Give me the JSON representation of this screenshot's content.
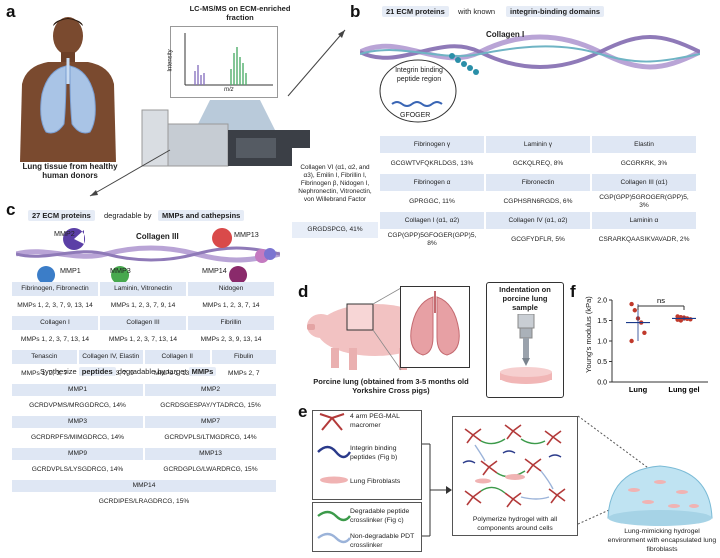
{
  "panel_a": {
    "label": "a",
    "lcms_title": "LC-MS/MS on ECM-enriched fraction",
    "ylabel": "Intensity",
    "xlabel": "m/z",
    "tissue_caption": "Lung tissue from healthy human donors"
  },
  "panel_b": {
    "label": "b",
    "header_count": "21 ECM proteins",
    "header_mid": "with known",
    "header_domain": "integrin-binding domains",
    "collagen_label": "Collagen I",
    "integrin_region": "Integrin binding peptide region",
    "gfoger": "GFOGER",
    "left_block": "Collagen VI (α1, α2, and α3), Emilin I, Fibrillin I, Fibrinogen β, Nidogen I, Nephronectin, Vitronectin, von Willebrand Factor",
    "left_seq": "GRGDSPCG, 41%",
    "table": [
      [
        "Fibrinogen γ",
        "Laminin γ",
        "Elastin"
      ],
      [
        "GCGWTVFQKRLDGS, 13%",
        "GCKQLREQ, 8%",
        "GCGRKRK, 3%"
      ],
      [
        "Fibrinogen α",
        "Fibronectin",
        "Collagen III (α1)"
      ],
      [
        "GPRGGC, 11%",
        "CGPHSRN6RGDS, 6%",
        "CGP(GPP)5GROGER(GPP)5, 3%"
      ],
      [
        "Collagen I (α1, α2)",
        "Collagen IV (α1, α2)",
        "Laminin α"
      ],
      [
        "CGP(GPP)5GFOGER(GPP)5, 8%",
        "GCGFYDFLR, 5%",
        "CSRARKQAASIKVAVADR, 2%"
      ]
    ]
  },
  "panel_c": {
    "label": "c",
    "header_count": "27 ECM proteins",
    "header_mid": "degradable by",
    "header_enz": "MMPs and cathepsins",
    "collagen_label": "Collagen III",
    "mmps": [
      "MMP2",
      "MMP13",
      "MMP1",
      "MMP3",
      "MMP14"
    ],
    "table": [
      [
        "Fibrinogen, Fibronectin",
        "Laminin, Vitronectin",
        "Nidogen"
      ],
      [
        "MMPs 1, 2, 3, 7, 9, 13, 14",
        "MMPs 1, 2, 3, 7, 9, 14",
        "MMPs 1, 2, 3, 7, 14"
      ],
      [
        "Collagen I",
        "Collagen III",
        "Fibrillin"
      ],
      [
        "MMPs 1, 2, 3, 7, 13, 14",
        "MMPs 1, 2, 3, 7, 13, 14",
        "MMPs 2, 3, 9, 13, 14"
      ]
    ],
    "table4": [
      [
        "Tenascin",
        "Collagen IV, Elastin",
        "Collagen II",
        "Fibulin"
      ],
      [
        "MMPs 1, 2, 3, 7",
        "MMPs 2, 3, 7, 9",
        "MMPs 1, 13, 14",
        "MMPs 2, 7"
      ]
    ],
    "synth_pre": "Synthesize",
    "synth_peptides": "peptides",
    "synth_mid": "degradable by target",
    "synth_mmps": "MMPs",
    "peptides": [
      [
        "MMP1",
        "MMP2"
      ],
      [
        "GCRDVPMS/MRGGDRCG, 14%",
        "GCRDSGESPAY/YTADRCG, 15%"
      ],
      [
        "MMP3",
        "MMP7"
      ],
      [
        "GCRDRPFS/MIMGDRCG, 14%",
        "GCRDVPLS/LTMGDRCG, 14%"
      ],
      [
        "MMP9",
        "MMP13"
      ],
      [
        "GCRDVPLS/LYSGDRCG, 14%",
        "GCRDGPLG/LWARDRCG, 15%"
      ]
    ],
    "mmp14": "MMP14",
    "mmp14_seq": "GCRDIPES/LRAGDRCG, 15%"
  },
  "panel_d": {
    "label": "d",
    "caption": "Porcine lung (obtained from 3-5 months old Yorkshire Cross pigs)",
    "indent": "Indentation on porcine lung sample"
  },
  "panel_f": {
    "label": "f",
    "sig": "ns"
  },
  "panel_e": {
    "label": "e",
    "legend": [
      "4 arm PEG-MAL macromer",
      "Integrin binding peptides (Fig b)",
      "Lung Fibroblasts",
      "Degradable peptide crosslinker (Fig c)",
      "Non-degradable PDT crosslinker"
    ],
    "polymerize": "Polymerize hydrogel with all components around cells",
    "env": "Lung-mimicking hydrogel environment with encapsulated lung fibroblasts"
  },
  "chart_data": {
    "type": "scatter",
    "ylabel": "Young's modulus (kPa)",
    "categories": [
      "Lung",
      "Lung gel"
    ],
    "ylim": [
      0,
      2.0
    ],
    "yticks": [
      "0.0",
      "0.5",
      "1.0",
      "1.5",
      "2.0"
    ],
    "series": [
      {
        "values": [
          [
            1.9,
            1.75,
            1.55,
            1.45,
            1.2,
            1.0
          ],
          [
            1.6,
            1.58,
            1.55,
            1.55,
            1.53,
            1.52,
            1.5,
            1.57,
            1.54
          ]
        ]
      }
    ],
    "means": [
      1.45,
      1.55
    ]
  }
}
